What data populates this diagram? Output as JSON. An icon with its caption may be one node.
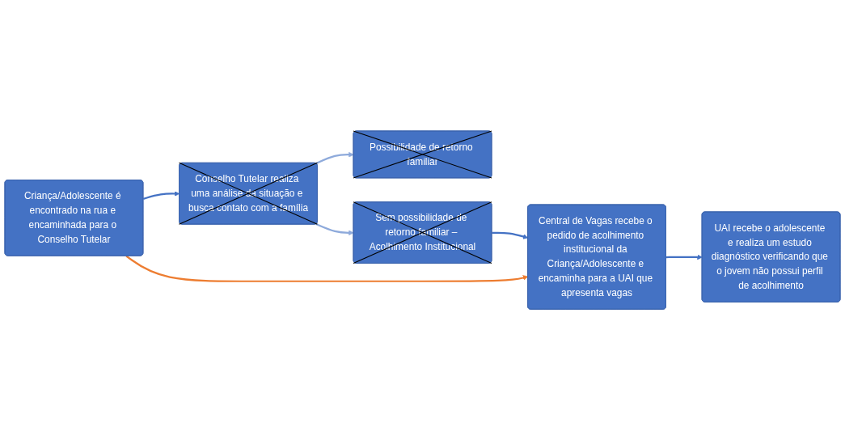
{
  "diagram": {
    "nodes": [
      {
        "text": [
          "Criança/Adolescente é encontrado na rua e encaminhada para o Conselho Tutelar"
        ]
      },
      {
        "text": [
          "Conselho Tutelar realiza uma análise da situação e busca contato com a família"
        ]
      },
      {
        "text": [
          "Possibilidade de retorno familiar"
        ]
      },
      {
        "text": [
          "Sem possibilidade de retorno familiar – Acolhimento Institucional"
        ]
      },
      {
        "text": [
          "Central de Vagas recebe o pedido de acolhimento institucional da Criança/Adolescente e encaminha para a UAI que apresenta vagas"
        ]
      },
      {
        "text": [
          "UAI recebe o adolescente e realiza um estudo diagnóstico verificando que o jovem não possui perfil de acolhimento"
        ]
      }
    ],
    "edges": [
      {
        "from": 0,
        "to": 1,
        "arrow": "to"
      },
      {
        "from": 1,
        "to": 2,
        "arrow": "to",
        "color": "#8eaadb"
      },
      {
        "from": 1,
        "to": 3,
        "arrow": "to",
        "color": "#8eaadb"
      },
      {
        "from": 3,
        "to": 4,
        "arrow": "to"
      },
      {
        "from": 0,
        "to": 4,
        "arrow": "to",
        "color": "#ed7d31"
      },
      {
        "from": 4,
        "to": 5,
        "arrow": "to"
      }
    ]
  }
}
